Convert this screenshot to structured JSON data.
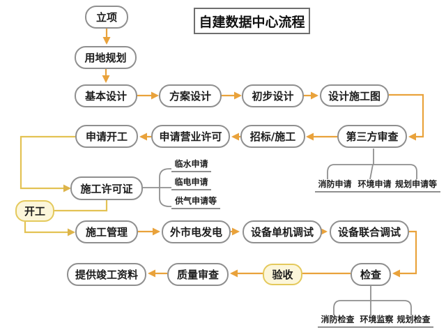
{
  "title": "自建数据中心流程",
  "nodes": {
    "lixiang": {
      "label": "立项"
    },
    "yongdi_guihua": {
      "label": "用地规划"
    },
    "jiben_sheji": {
      "label": "基本设计"
    },
    "fangan_sheji": {
      "label": "方案设计"
    },
    "chubu_sheji": {
      "label": "初步设计"
    },
    "sheji_shigongtu": {
      "label": "设计施工图"
    },
    "shenqing_kaigong": {
      "label": "申请开工"
    },
    "shenqing_yingye_xuke": {
      "label": "申请营业许可"
    },
    "zhaobiao_shigong": {
      "label": "招标/施工"
    },
    "disanfang_shencha": {
      "label": "第三方审查"
    },
    "shigong_xukezheng": {
      "label": "施工许可证"
    },
    "kaigong": {
      "label": "开工"
    },
    "shigong_guanli": {
      "label": "施工管理"
    },
    "waishidian_fadian": {
      "label": "外市电发电"
    },
    "shebei_danji_tiaoshi": {
      "label": "设备单机调试"
    },
    "shebei_lianhe_tiaoshi": {
      "label": "设备联合调试"
    },
    "tigong_jungong_ziliao": {
      "label": "提供竣工资料"
    },
    "zhiliang_shencha": {
      "label": "质量审查"
    },
    "yanshou": {
      "label": "验收"
    },
    "jiancha": {
      "label": "检查"
    }
  },
  "sub_labels": {
    "linshui_shenqing": "临水申请",
    "lindian_shenqing": "临电申请",
    "gongqi_shenqing": "供气申请等",
    "xiaofang_shenqing": "消防申请",
    "huanjing_shenqing": "环境申请",
    "guihua_shenqing": "规划申请等",
    "xiaofang_jiancha": "消防检查",
    "huanjing_jiancha": "环境监察",
    "guihua_jiancha": "规划检查"
  },
  "colors": {
    "arrow_orange": "#E9A23B",
    "line_yellow": "#E3C253",
    "connector_gray": "#8f8f8f",
    "highlight_fill": "#FCF6DA",
    "highlight_border": "#E4C95C",
    "node_border": "#8f8f8f"
  }
}
